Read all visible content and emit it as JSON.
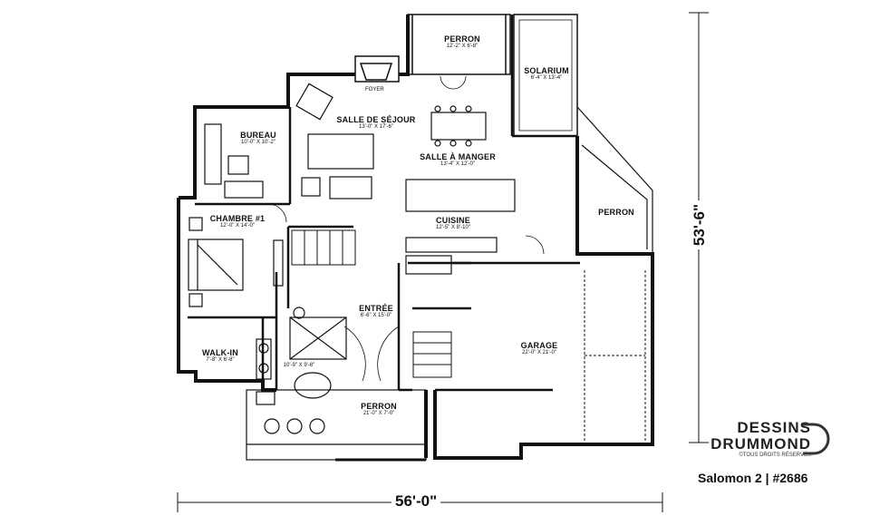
{
  "plan": {
    "rooms": {
      "perron_top": {
        "name": "PERRON",
        "dims": "12'-2\" X 6'-8\""
      },
      "solarium": {
        "name": "SOLARIUM",
        "dims": "6'-4\" X 13'-4\""
      },
      "foyer_label": "FOYER",
      "salle_sejour": {
        "name": "SALLE DE SÉJOUR",
        "dims": "13'-0\" X 17'-6\""
      },
      "bureau": {
        "name": "BUREAU",
        "dims": "10'-0\" X 10'-2\""
      },
      "salle_manger": {
        "name": "SALLE À MANGER",
        "dims": "13'-4\" X 12'-0\""
      },
      "perron_right": {
        "name": "PERRON"
      },
      "chambre": {
        "name": "CHAMBRE #1",
        "dims": "12'-0\" X 14'-0\""
      },
      "cuisine": {
        "name": "CUISINE",
        "dims": "12'-5\" X 8'-10\""
      },
      "entree": {
        "name": "ENTRÉE",
        "dims": "6'-6\" X 15'-0\""
      },
      "garage": {
        "name": "GARAGE",
        "dims": "22'-0\" X 21'-0\""
      },
      "walkin": {
        "name": "WALK-IN",
        "dims": "7'-8\" X 6'-8\""
      },
      "salle_bain": {
        "dims": "10'-9\" X 9'-8\""
      },
      "perron_bottom": {
        "name": "PERRON",
        "dims": "21'-0\" X 7'-0\""
      }
    },
    "dimensions": {
      "width": "56'-0\"",
      "depth": "53'-6\""
    },
    "brand": {
      "line1": "DESSINS",
      "line2": "DRUMMOND",
      "rights": "©TOUS DROITS RÉSERVÉS"
    },
    "caption": "Salomon 2 | #2686"
  }
}
